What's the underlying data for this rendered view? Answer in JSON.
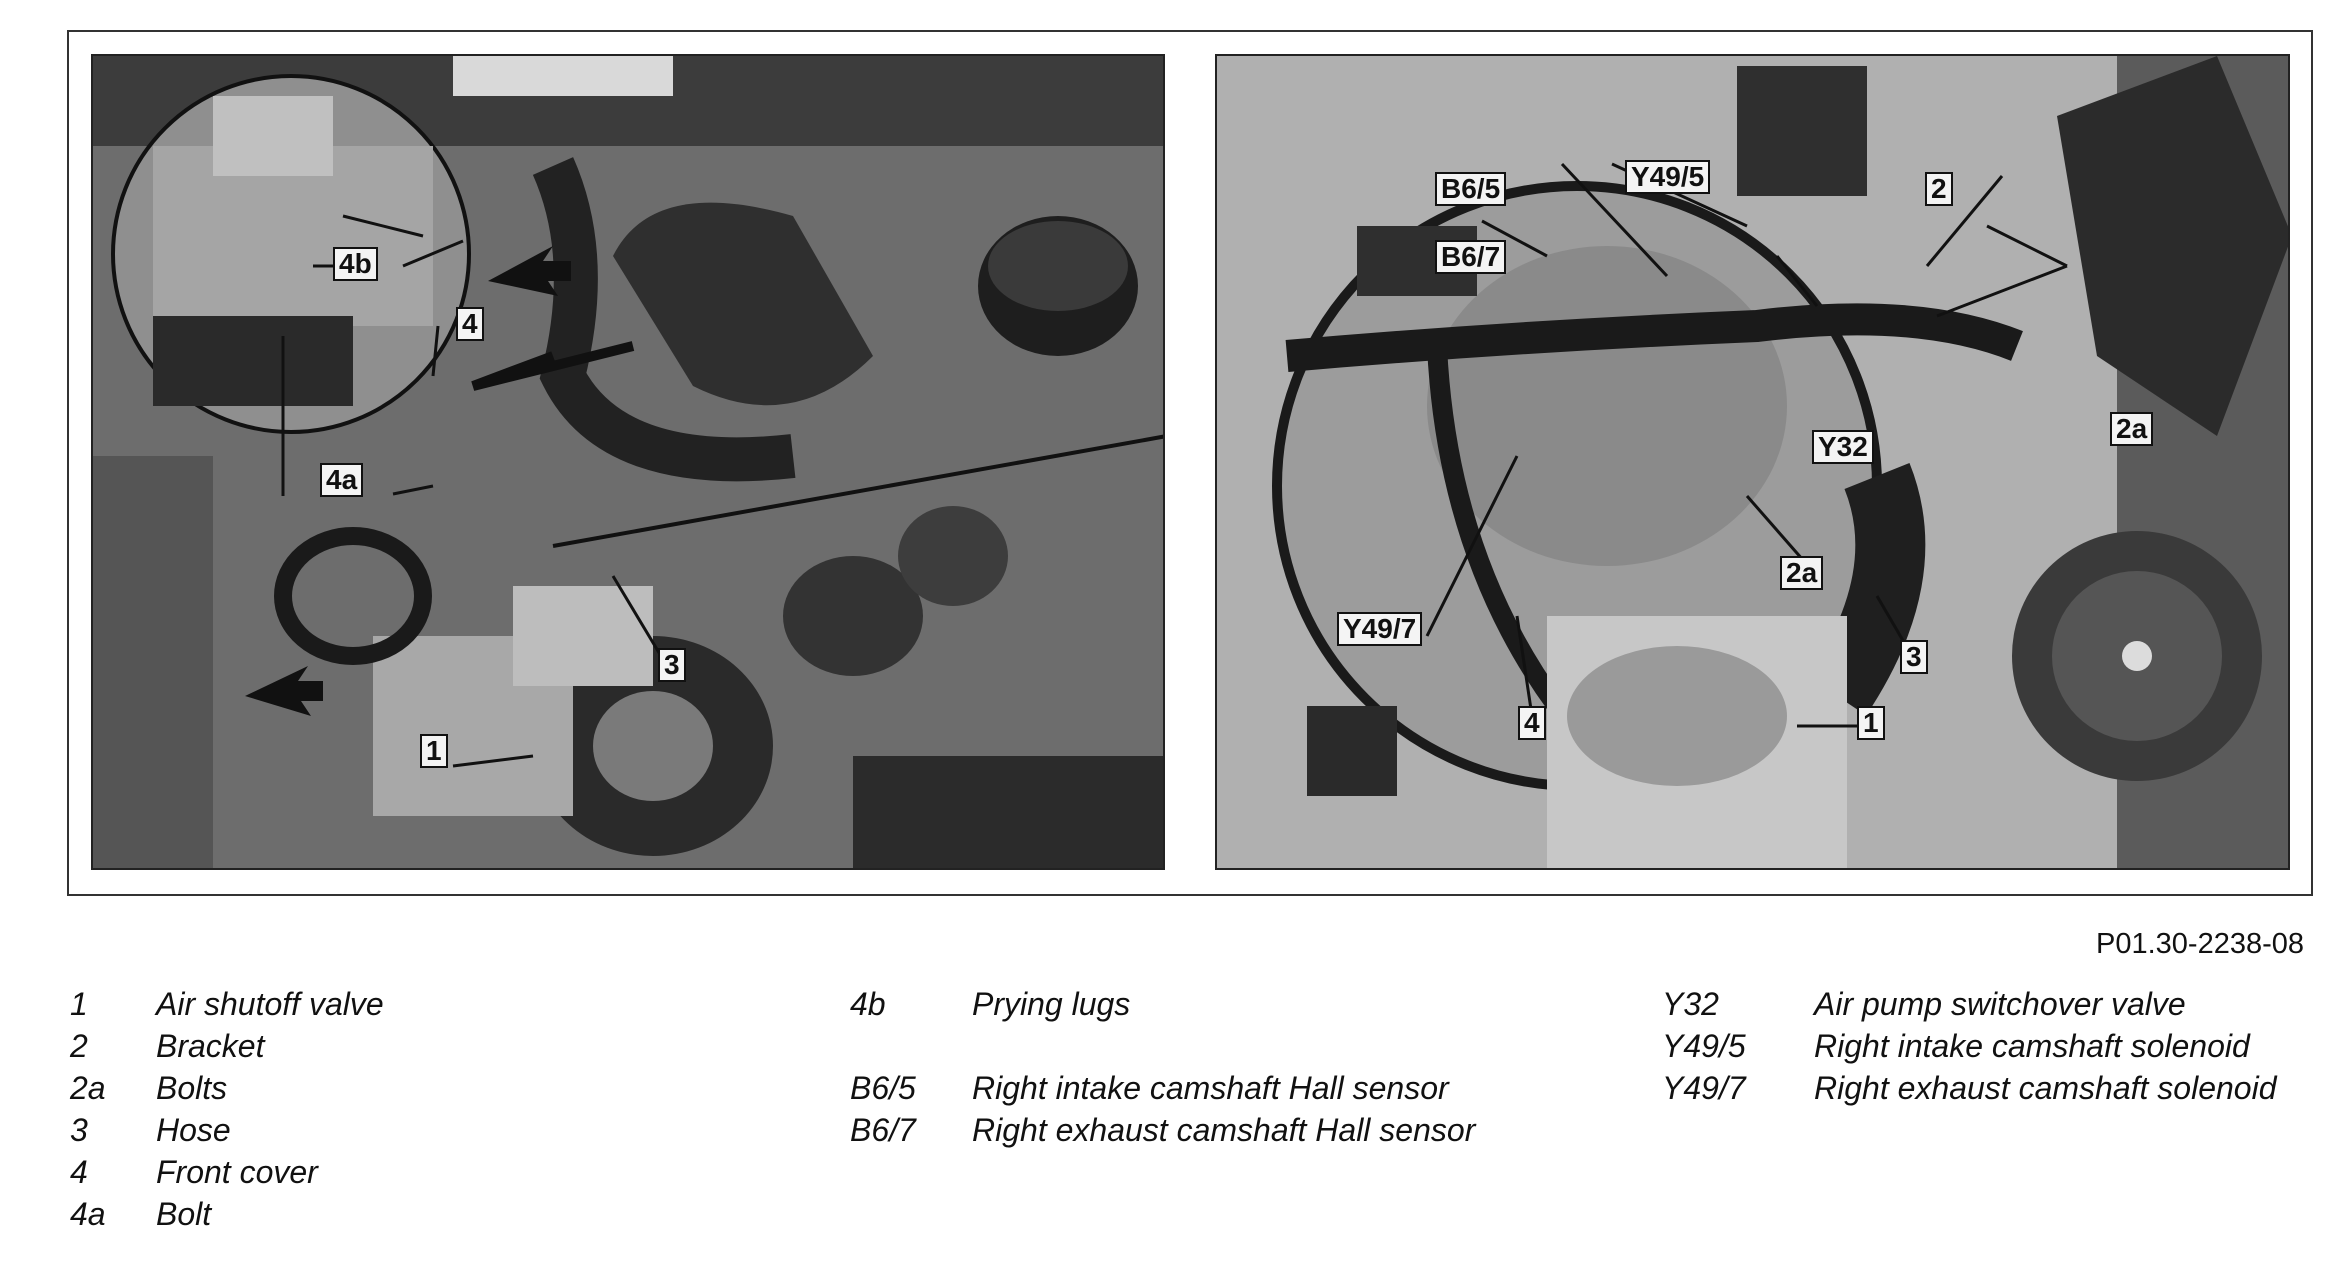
{
  "drawing_code": "P01.30-2238-08",
  "callouts_left": [
    {
      "id": "4b",
      "text": "4b"
    },
    {
      "id": "4",
      "text": "4"
    },
    {
      "id": "4a",
      "text": "4a"
    },
    {
      "id": "3",
      "text": "3"
    },
    {
      "id": "1",
      "text": "1"
    }
  ],
  "callouts_right": [
    {
      "id": "B6/5",
      "text": "B6/5"
    },
    {
      "id": "Y49/5",
      "text": "Y49/5"
    },
    {
      "id": "2",
      "text": "2"
    },
    {
      "id": "B6/7",
      "text": "B6/7"
    },
    {
      "id": "Y32",
      "text": "Y32"
    },
    {
      "id": "2a",
      "text": "2a"
    },
    {
      "id": "2a-b",
      "text": "2a"
    },
    {
      "id": "Y49/7",
      "text": "Y49/7"
    },
    {
      "id": "3",
      "text": "3"
    },
    {
      "id": "4",
      "text": "4"
    },
    {
      "id": "1",
      "text": "1"
    }
  ],
  "legend": {
    "column1": [
      {
        "code": "1",
        "desc": "Air shutoff valve"
      },
      {
        "code": "2",
        "desc": "Bracket"
      },
      {
        "code": "2a",
        "desc": "Bolts"
      },
      {
        "code": "3",
        "desc": "Hose"
      },
      {
        "code": "4",
        "desc": "Front cover"
      },
      {
        "code": "4a",
        "desc": "Bolt"
      }
    ],
    "column2": [
      {
        "code": "4b",
        "desc": "Prying lugs"
      },
      {
        "code": "",
        "desc": ""
      },
      {
        "code": "B6/5",
        "desc": "Right intake camshaft Hall sensor"
      },
      {
        "code": "B6/7",
        "desc": "Right exhaust camshaft Hall sensor"
      }
    ],
    "column3": [
      {
        "code": "Y32",
        "desc": "Air pump switchover valve"
      },
      {
        "code": "Y49/5",
        "desc": "Right intake camshaft solenoid"
      },
      {
        "code": "Y49/7",
        "desc": "Right exhaust camshaft solenoid"
      }
    ]
  }
}
